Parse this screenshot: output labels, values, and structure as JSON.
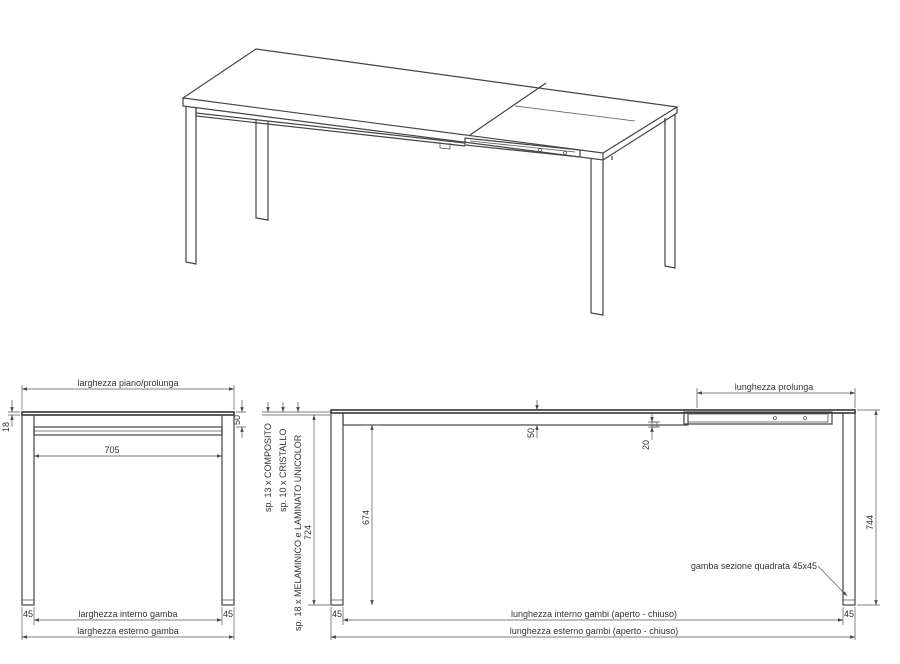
{
  "labels": {
    "larghezza_piano": "larghezza piano/prolunga",
    "larghezza_interno_gamba": "larghezza interno gamba",
    "larghezza_esterno_gamba": "larghezza esterno gamba",
    "lunghezza_prolunga": "lunghezza prolunga",
    "lunghezza_interno_gambi": "lunghezza interno gambi (aperto - chiuso)",
    "lunghezza_esterno_gambi": "lunghezza esterno gambi (aperto - chiuso)",
    "gamba_sezione": "gamba sezione quadrata 45x45",
    "sp_composito": "sp. 13 x COMPOSITO",
    "sp_cristallo": "sp. 10 x CRISTALLO",
    "sp_melaminico": "sp. 18 x MELAMINICO e LAMINATO UNICOLOR"
  },
  "dims": {
    "d18": "18",
    "d50_left": "50",
    "d705": "705",
    "d45_ll": "45",
    "d45_lr": "45",
    "d724": "724",
    "d674": "674",
    "d50_right": "50",
    "d20": "20",
    "d744": "744",
    "d45_rl": "45",
    "d45_rr": "45"
  }
}
